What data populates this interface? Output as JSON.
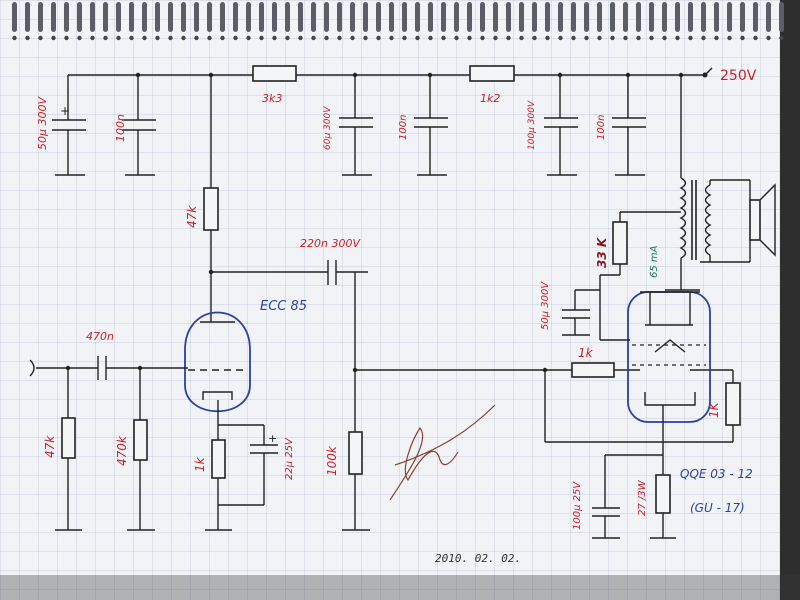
{
  "supply_voltage": "250V",
  "resistors": {
    "r_3k3": "3k3",
    "r_1k2": "1k2",
    "r_47k_plate": "47k",
    "r_47k_input": "47k",
    "r_470k": "470k",
    "r_1k_cathode": "1k",
    "r_100k": "100k",
    "r_1k_grid": "1k",
    "r_1k_screen": "1K",
    "r_33k": "33 K",
    "r_27_3w": "27 /3W"
  },
  "capacitors": {
    "c_50u_300v_a": "50μ 300V",
    "c_100n_a": "100n",
    "c_60u_300v": "60μ 300V",
    "c_100n_b": "100n",
    "c_100u_300v": "100μ 300V",
    "c_100n_c": "100n",
    "c_220n_300v": "220n 300V",
    "c_470n": "470n",
    "c_22u_25v": "22μ 25V",
    "c_50u_300v_b": "50μ 300V",
    "c_100u_25v": "100μ 25V"
  },
  "tubes": {
    "preamp": "ECC 85",
    "power": "QQE 03 - 12",
    "power_alt": "(GU - 17)"
  },
  "current_label": "65 mA",
  "date": "2010. 02. 02.",
  "colors": {
    "ink_red": "#c8202a",
    "ink_blue": "#2a3fa8",
    "ink_green": "#1a7a5a",
    "ink_black": "#222222",
    "paper": "#f2f3f6",
    "grid": "#b9c2d6"
  }
}
